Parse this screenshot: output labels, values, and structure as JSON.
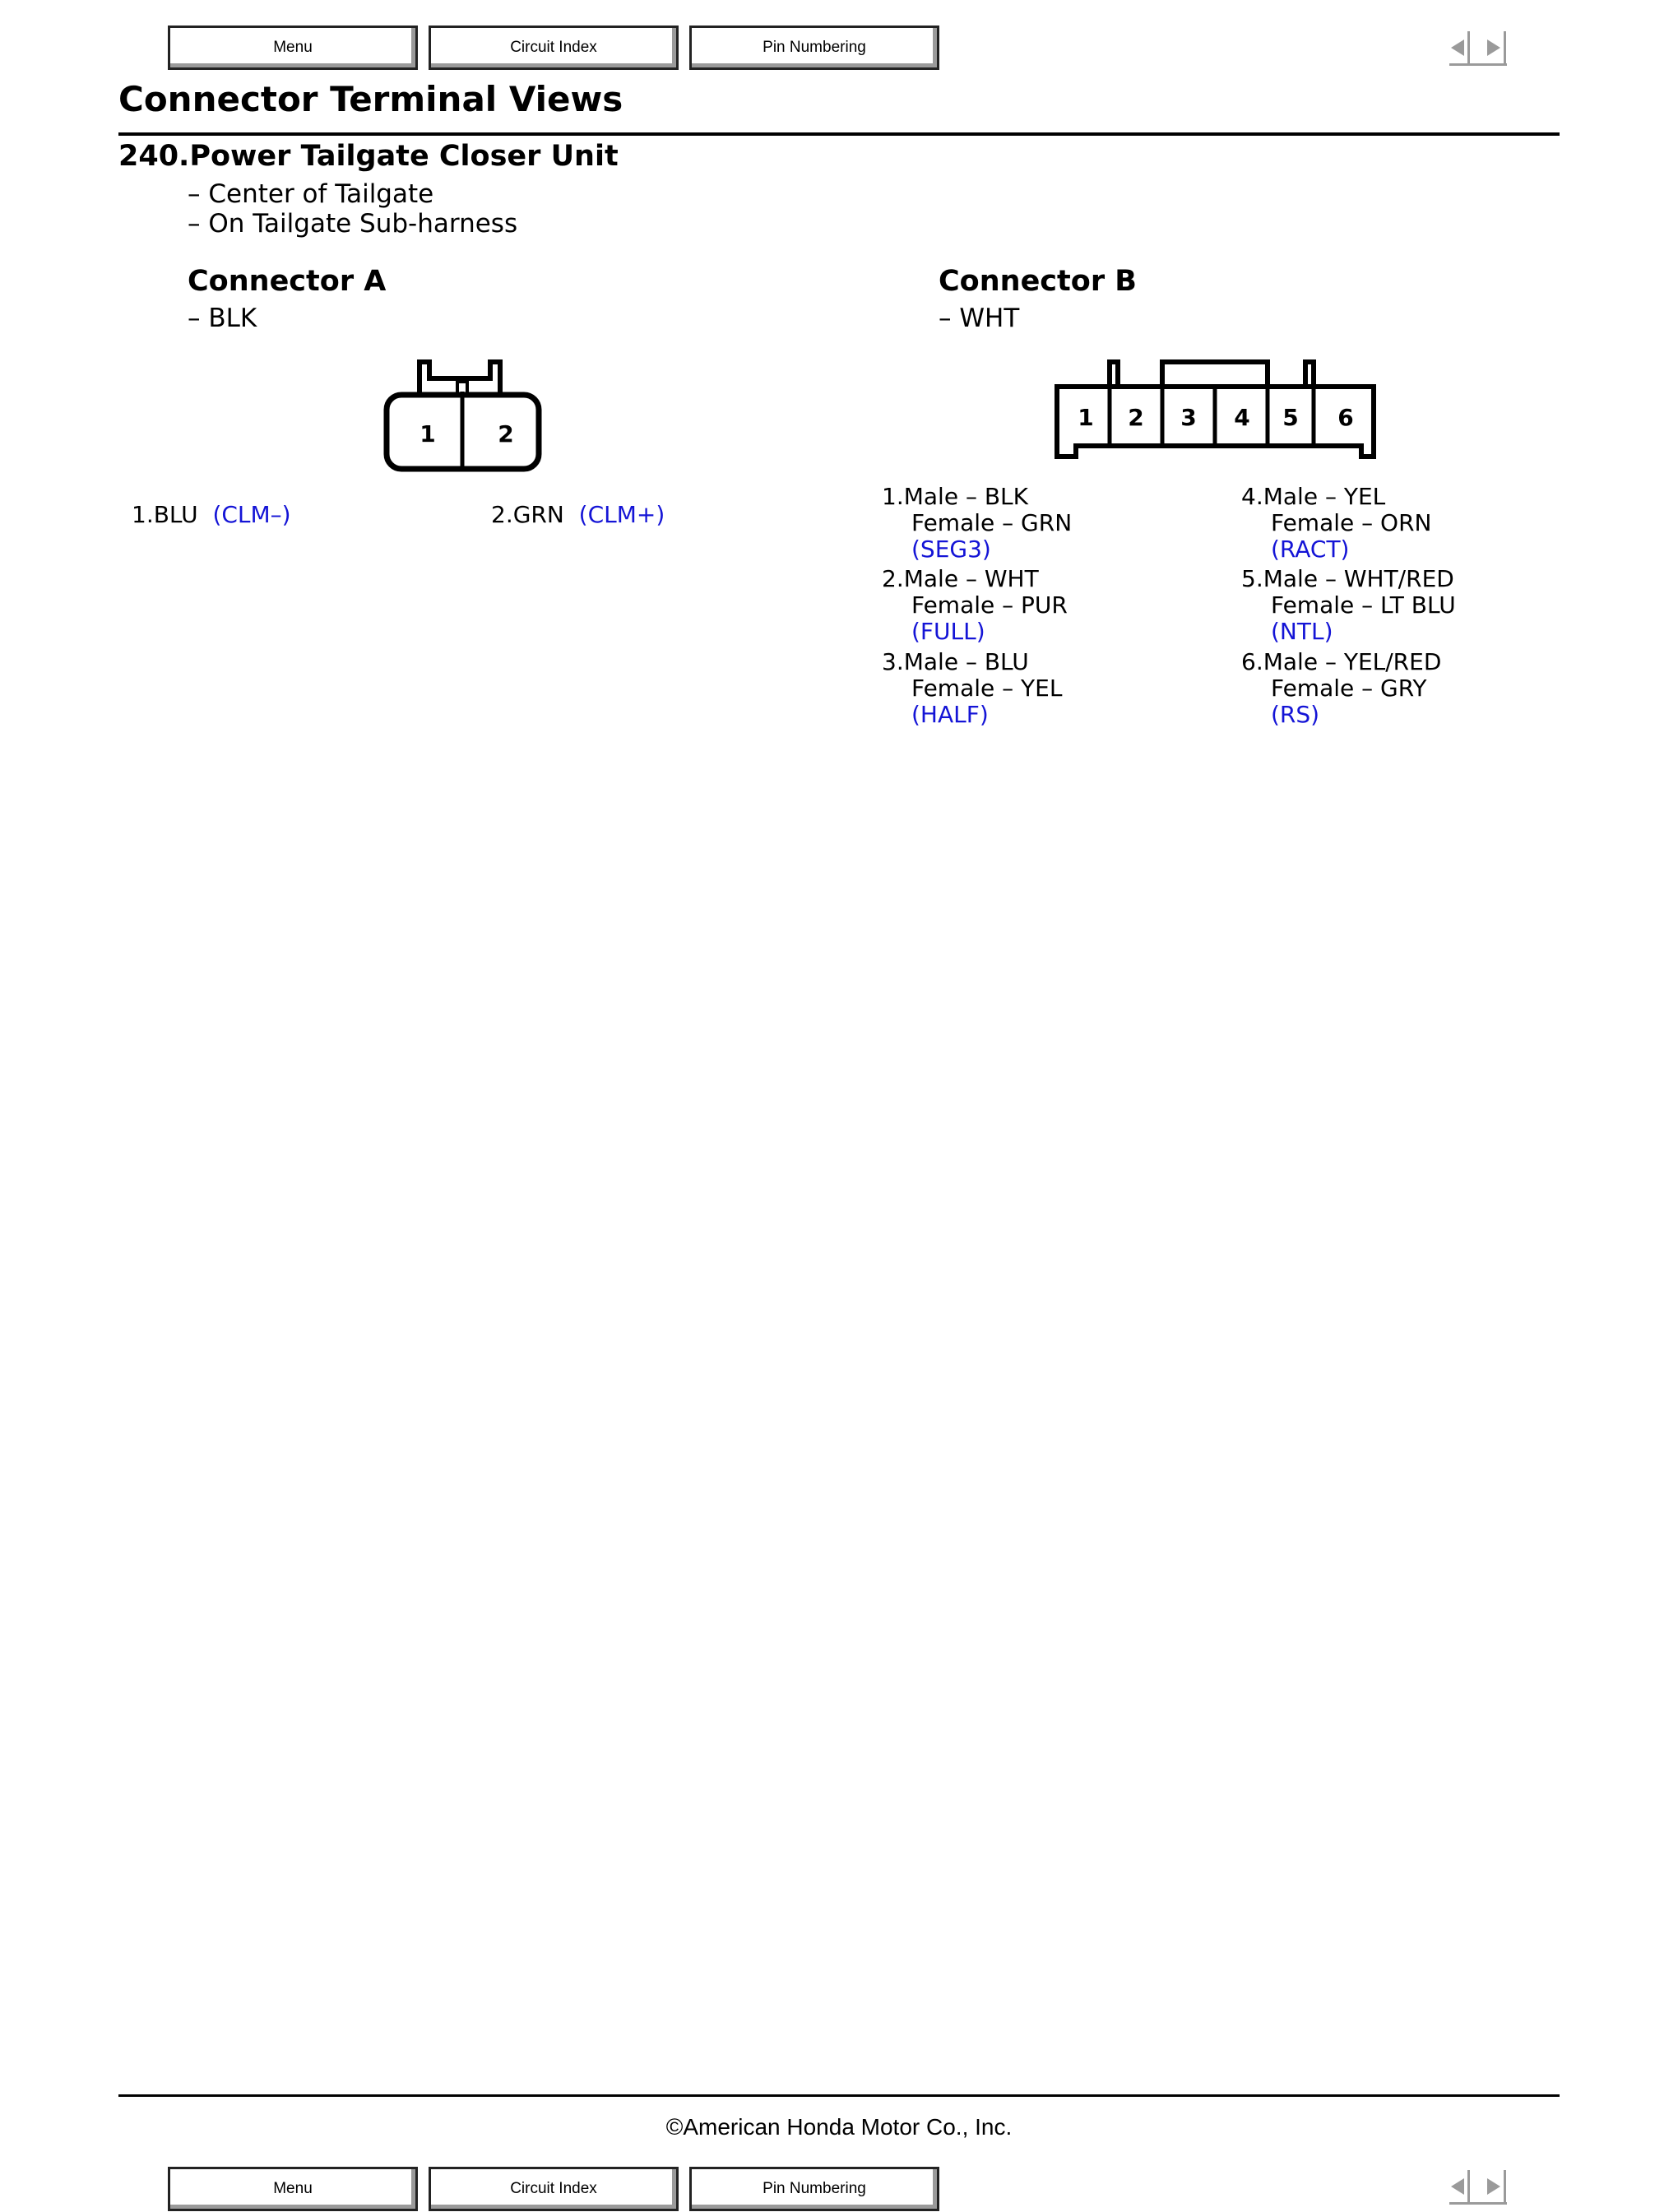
{
  "nav": {
    "menu": "Menu",
    "circuit_index": "Circuit Index",
    "pin_numbering": "Pin Numbering"
  },
  "page_title": "Connector Terminal Views",
  "section": {
    "number": "240.",
    "name": "Power Tailgate Closer Unit",
    "locations": [
      "– Center of Tailgate",
      "– On Tailgate Sub-harness"
    ]
  },
  "connector_a": {
    "title": "Connector A",
    "color": "– BLK",
    "pin_labels": [
      "1",
      "2"
    ],
    "pins": [
      {
        "num": "1.",
        "wire": "BLU",
        "signal": "(CLM–)"
      },
      {
        "num": "2.",
        "wire": "GRN",
        "signal": "(CLM+)"
      }
    ]
  },
  "connector_b": {
    "title": "Connector B",
    "color": "– WHT",
    "pin_labels": [
      "1",
      "2",
      "3",
      "4",
      "5",
      "6"
    ],
    "pins": [
      {
        "num": "1.",
        "male": "Male – BLK",
        "female": "Female – GRN",
        "signal": "(SEG3)"
      },
      {
        "num": "2.",
        "male": "Male – WHT",
        "female": "Female – PUR",
        "signal": "(FULL)"
      },
      {
        "num": "3.",
        "male": "Male – BLU",
        "female": "Female – YEL",
        "signal": "(HALF)"
      },
      {
        "num": "4.",
        "male": "Male – YEL",
        "female": "Female – ORN",
        "signal": "(RACT)"
      },
      {
        "num": "5.",
        "male": "Male – WHT/RED",
        "female": "Female – LT BLU",
        "signal": "(NTL)"
      },
      {
        "num": "6.",
        "male": "Male – YEL/RED",
        "female": "Female – GRY",
        "signal": "(RS)"
      }
    ]
  },
  "footer": {
    "copyright": "©American Honda Motor Co., Inc."
  },
  "colors": {
    "signal": "#1414d6",
    "nav_shadow": "#9a9a9a",
    "arrow_gray": "#9a9a9a"
  }
}
